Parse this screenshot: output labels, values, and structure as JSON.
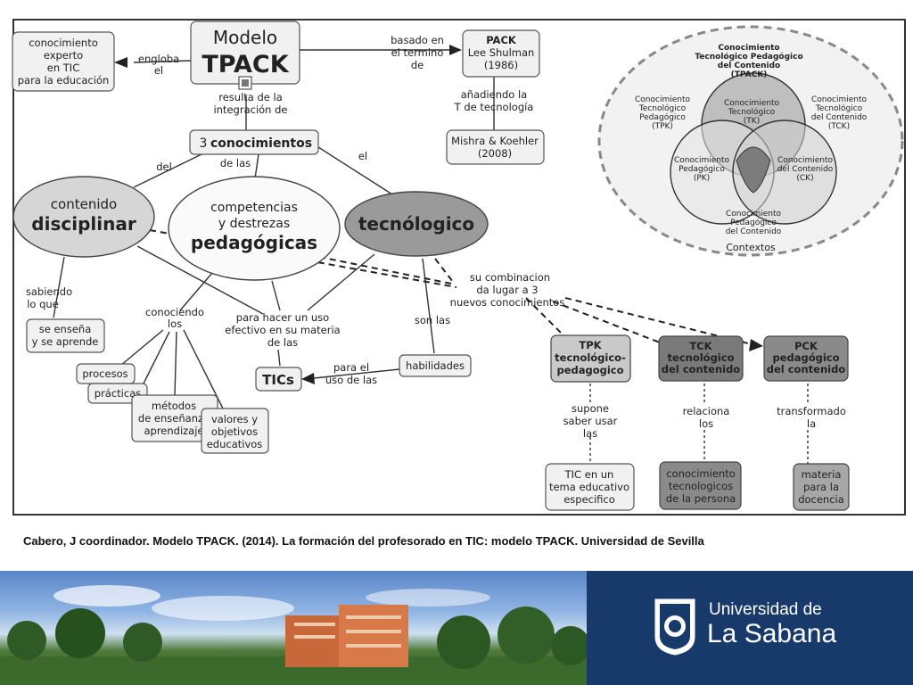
{
  "diagram": {
    "main_title_line1": "Modelo",
    "main_title_line2": "TPACK",
    "expert_box": [
      "conocimiento",
      "experto",
      "en TIC",
      "para la educación"
    ],
    "engloba": [
      "engloba",
      "el"
    ],
    "basado": [
      "basado en",
      "el termino",
      "de"
    ],
    "pack_box": [
      "PACK",
      "Lee Shulman",
      "(1986)"
    ],
    "anadiendo": [
      "añadiendo la",
      "T de tecnología"
    ],
    "mishra_box": [
      "Mishra & Koehler",
      "(2008)"
    ],
    "resulta": [
      "resulta de la",
      "integración de"
    ],
    "tres_conocimientos": [
      "3",
      "conocimientos"
    ],
    "del": "del",
    "de_las": "de las",
    "el": "el",
    "contenido": [
      "contenido",
      "disciplinar"
    ],
    "competencias": [
      "competencias",
      "y destrezas",
      "pedagógicas"
    ],
    "tecnologico": "tecnólogico",
    "sabiendo": [
      "sabiendo",
      "lo que"
    ],
    "ensena_box": [
      "se enseña",
      "y se aprende"
    ],
    "conociendo": [
      "conociendo",
      "los"
    ],
    "procesos": "procesos",
    "practicas": "prácticas",
    "metodos": [
      "métodos",
      "de enseñanza",
      "aprendizaje"
    ],
    "valores": [
      "valores y",
      "objetivos",
      "educativos"
    ],
    "para_hacer": [
      "para hacer un uso",
      "efectivo en su materia",
      "de las"
    ],
    "tics": "TICs",
    "para_el": [
      "para el",
      "uso de las"
    ],
    "habilidades": "habilidades",
    "son_las": "son las",
    "combinacion": [
      "su combinacion",
      "da lugar a 3",
      "nuevos conocimientos"
    ],
    "tpk_box": [
      "TPK",
      "tecnológico-",
      "pedagogico"
    ],
    "tck_box": [
      "TCK",
      "tecnológico",
      "del contenido"
    ],
    "pck_box": [
      "PCK",
      "pedagógico",
      "del contenido"
    ],
    "supone": [
      "supone",
      "saber usar",
      "las"
    ],
    "relaciona": [
      "relaciona",
      "los"
    ],
    "transformado": [
      "transformado",
      "la"
    ],
    "tic_tema_box": [
      "TIC en un",
      "tema educativo",
      "especifico"
    ],
    "conocimiento_tec_box": [
      "conocimiento",
      "tecnologicos",
      "de la persona"
    ],
    "materia_box": [
      "materia",
      "para la",
      "docencia"
    ]
  },
  "venn": {
    "tpack": [
      "Conocimiento",
      "Tecnológico Pedagógico",
      "del Contenido",
      "(TPACK)"
    ],
    "tpk": [
      "Conocimiento",
      "Tecnológico",
      "Pedagógico",
      "(TPK)"
    ],
    "tck": [
      "Conocimiento",
      "Tecnológico",
      "del Contenido",
      "(TCK)"
    ],
    "tk": [
      "Conocimiento",
      "Tecnológico",
      "(TK)"
    ],
    "pk": [
      "Conocimiento",
      "Pedagógico",
      "(PK)"
    ],
    "ck": [
      "Conocimiento",
      "del Contenido",
      "(CK)"
    ],
    "pck": [
      "Conocimiento",
      "Pedagógico",
      "del Contenido"
    ],
    "contextos": "Contextos"
  },
  "caption": "Cabero, J coordinador. Modelo TPACK. (2014). La formación del profesorado en TIC: modelo TPACK. Universidad de Sevilla",
  "brand": {
    "line1": "Universidad de",
    "line2": "La Sabana"
  },
  "colors": {
    "brand_blue": "#173a6b",
    "dark_box": "#7a7a7a",
    "light_box": "#f1f1f1"
  }
}
